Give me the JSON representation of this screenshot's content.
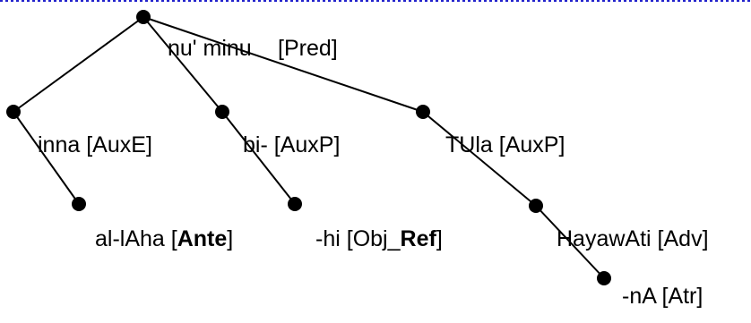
{
  "tree": {
    "nodes": [
      {
        "id": "root",
        "text": "nu' minu",
        "func": "Pred",
        "func_bold": false,
        "suffix": ""
      },
      {
        "id": "inna",
        "text": "inna",
        "func": "AuxE",
        "func_bold": false,
        "suffix": ""
      },
      {
        "id": "bi",
        "text": "bi-",
        "func": "AuxP",
        "func_bold": false,
        "suffix": ""
      },
      {
        "id": "tula",
        "text": "TUla",
        "func": "AuxP",
        "func_bold": false,
        "suffix": ""
      },
      {
        "id": "allaha",
        "text": "al-lAha",
        "func": "Ante",
        "func_bold": true,
        "suffix": ""
      },
      {
        "id": "hi",
        "text": "-hi",
        "func": "Obj_",
        "func_bold": false,
        "suffix": "Ref"
      },
      {
        "id": "hayawati",
        "text": "HayawAti",
        "func": "Adv",
        "func_bold": false,
        "suffix": ""
      },
      {
        "id": "na",
        "text": "-nA",
        "func": "Atr",
        "func_bold": false,
        "suffix": ""
      }
    ],
    "edges": [
      [
        "root",
        "inna"
      ],
      [
        "root",
        "bi"
      ],
      [
        "root",
        "tula"
      ],
      [
        "inna",
        "allaha"
      ],
      [
        "bi",
        "hi"
      ],
      [
        "tula",
        "hayawati"
      ],
      [
        "hayawati",
        "na"
      ]
    ],
    "node_color": "#000000",
    "edge_color": "#000000",
    "top_border_color": "#2222cc"
  }
}
